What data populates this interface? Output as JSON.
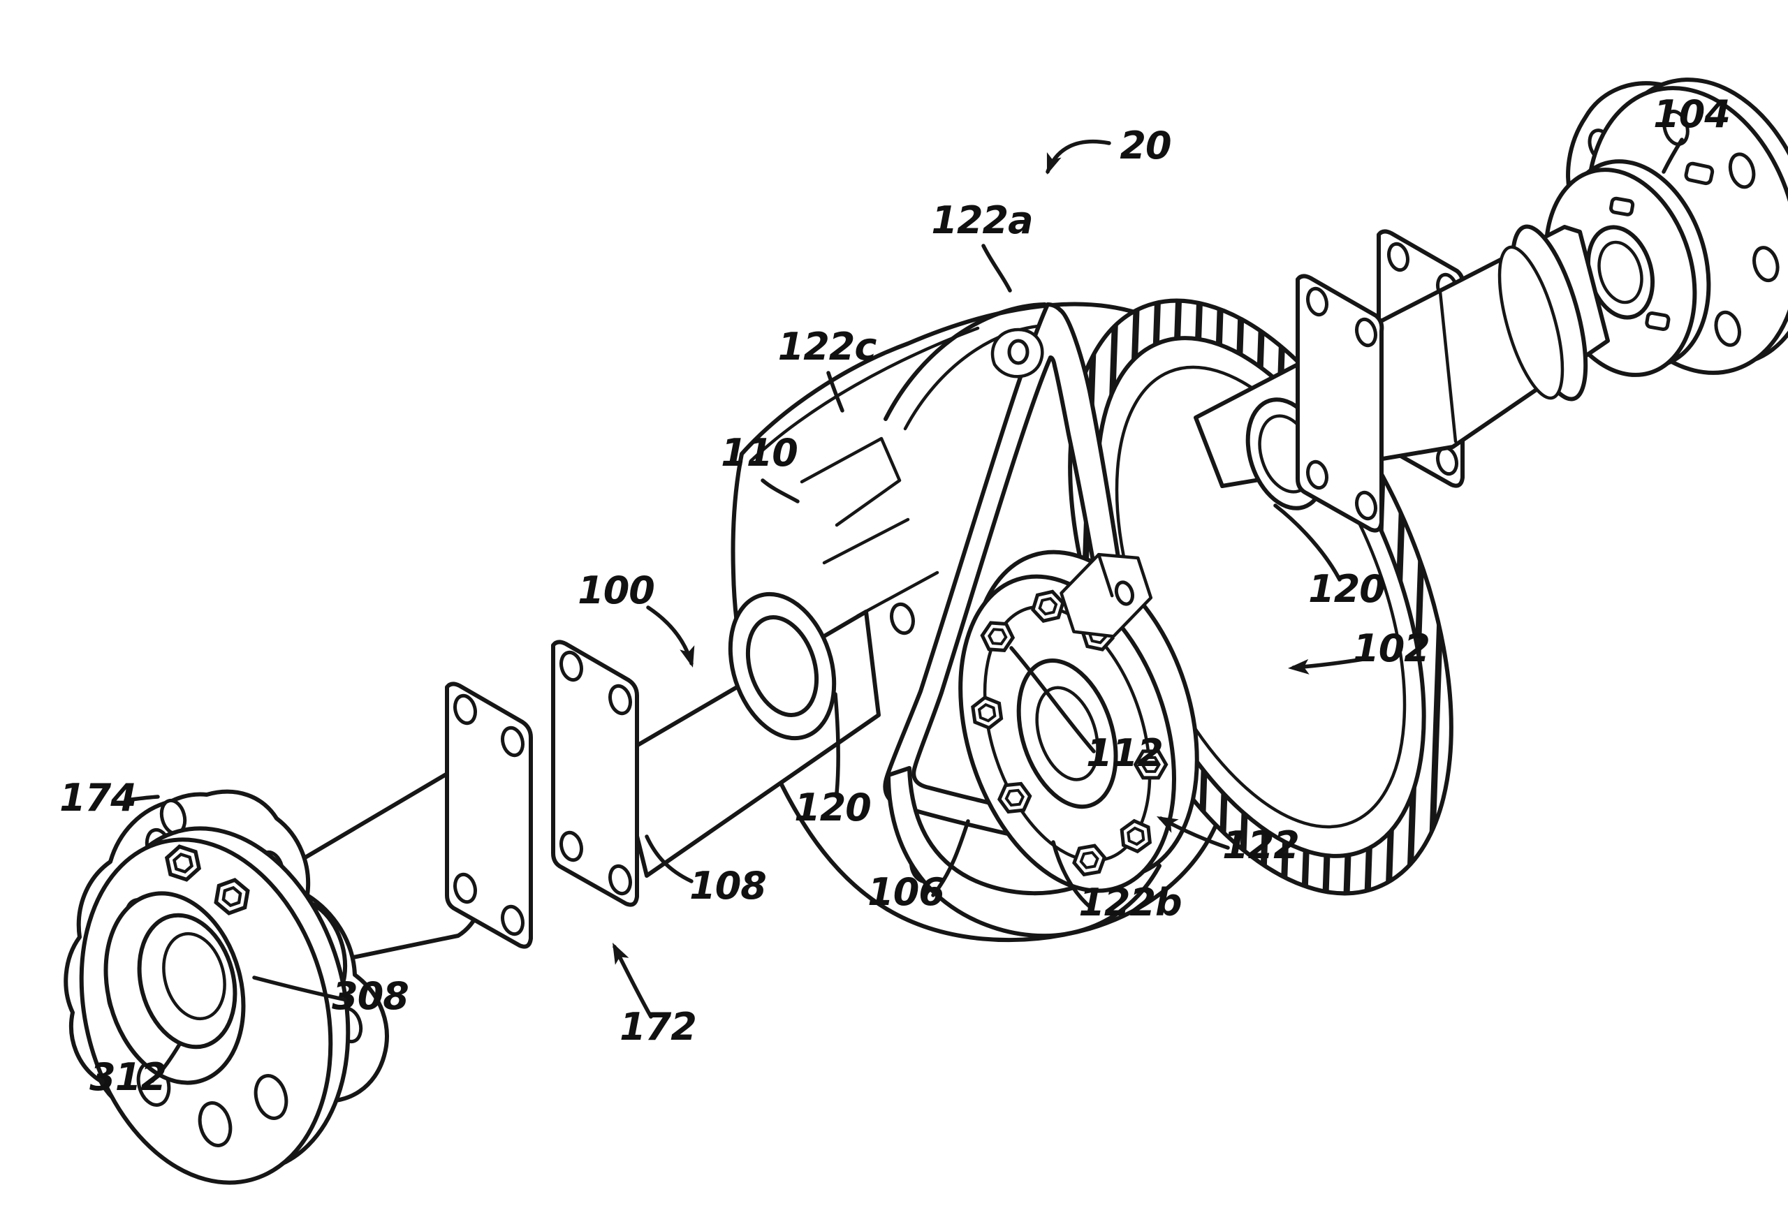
{
  "figure": {
    "type": "patent-line-drawing",
    "subject": "Perspective view of a vehicle axle assembly with center differential, ring gear, axle tubes, mounting plates and hub flanges",
    "background_color": "#ffffff",
    "line_color": "#161616",
    "reference_labels": {
      "n20": "20",
      "n100": "100",
      "n102": "102",
      "n104": "104",
      "n106": "106",
      "n108": "108",
      "n110": "110",
      "n112": "112",
      "n120_left": "120",
      "n120_right": "120",
      "n122": "122",
      "n122a": "122a",
      "n122b": "122b",
      "n122c": "122c",
      "n172": "172",
      "n174": "174",
      "n308": "308",
      "n312": "312"
    }
  }
}
